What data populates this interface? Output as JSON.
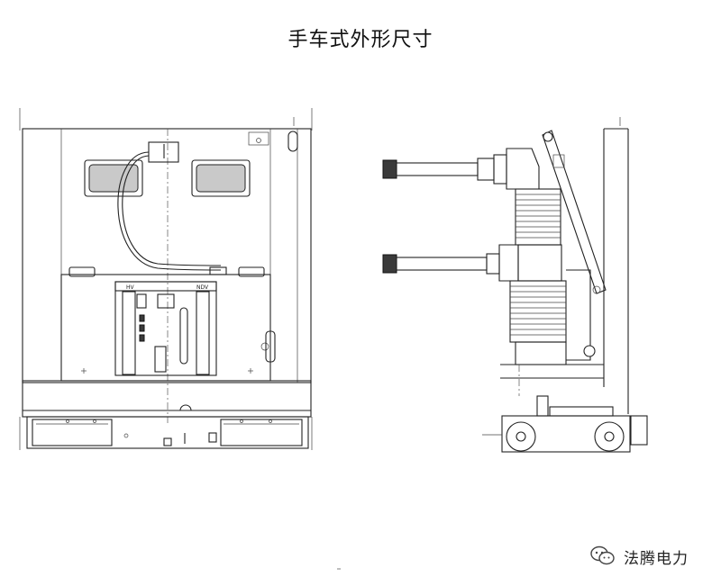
{
  "title": "手车式外形尺寸",
  "front_view": {
    "panel_labels": [
      "HV",
      "NDV"
    ]
  },
  "watermark": {
    "text": "法腾电力",
    "icon": "wechat-icon"
  }
}
